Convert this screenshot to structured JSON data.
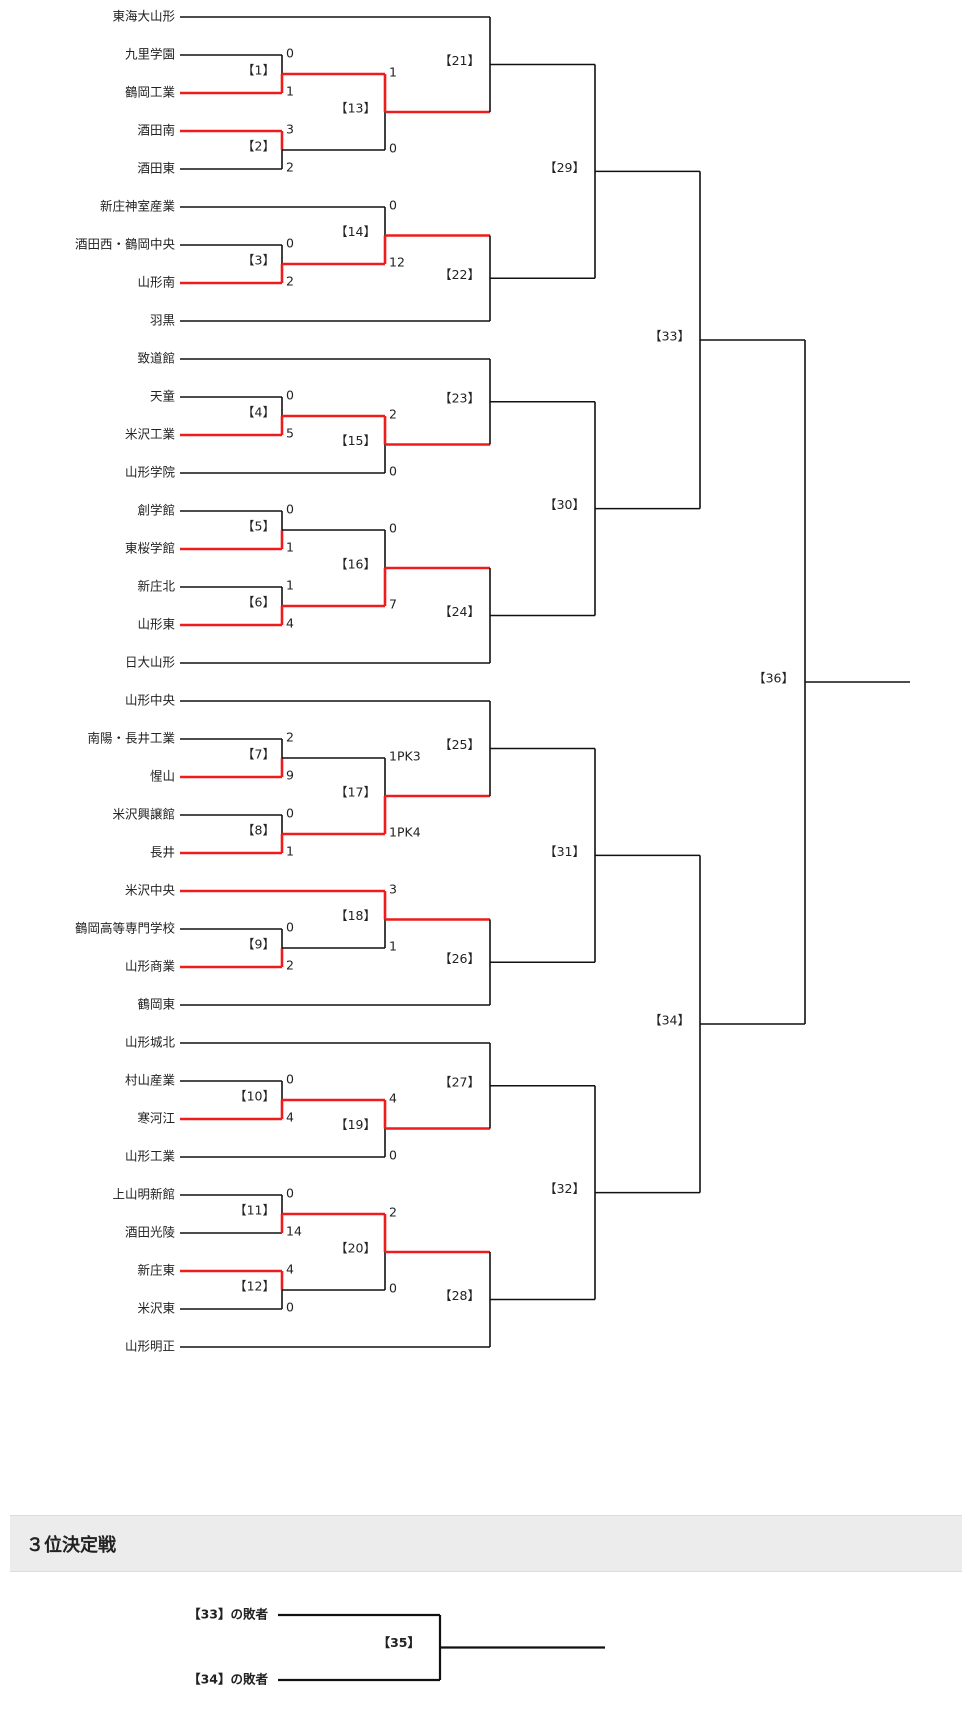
{
  "teams": [
    "東海大山形",
    "九里学園",
    "鶴岡工業",
    "酒田南",
    "酒田東",
    "新庄神室産業",
    "酒田西・鶴岡中央",
    "山形南",
    "羽黒",
    "致道館",
    "天童",
    "米沢工業",
    "山形学院",
    "創学館",
    "東桜学館",
    "新庄北",
    "山形東",
    "日大山形",
    "山形中央",
    "南陽・長井工業",
    "惺山",
    "米沢興譲館",
    "長井",
    "米沢中央",
    "鶴岡高等専門学校",
    "山形商業",
    "鶴岡東",
    "山形城北",
    "村山産業",
    "寒河江",
    "山形工業",
    "上山明新館",
    "酒田光陵",
    "新庄東",
    "米沢東",
    "山形明正"
  ],
  "match_labels": {
    "m1": "【1】",
    "m2": "【2】",
    "m3": "【3】",
    "m4": "【4】",
    "m5": "【5】",
    "m6": "【6】",
    "m7": "【7】",
    "m8": "【8】",
    "m9": "【9】",
    "m10": "【10】",
    "m11": "【11】",
    "m12": "【12】",
    "m13": "【13】",
    "m14": "【14】",
    "m15": "【15】",
    "m16": "【16】",
    "m17": "【17】",
    "m18": "【18】",
    "m19": "【19】",
    "m20": "【20】",
    "m21": "【21】",
    "m22": "【22】",
    "m23": "【23】",
    "m24": "【24】",
    "m25": "【25】",
    "m26": "【26】",
    "m27": "【27】",
    "m28": "【28】",
    "m29": "【29】",
    "m30": "【30】",
    "m31": "【31】",
    "m32": "【32】",
    "m33": "【33】",
    "m34": "【34】",
    "m36": "【36】"
  },
  "scores": {
    "m1": [
      "0",
      "1"
    ],
    "m2": [
      "3",
      "2"
    ],
    "m3": [
      "0",
      "2"
    ],
    "m4": [
      "0",
      "5"
    ],
    "m5": [
      "0",
      "1"
    ],
    "m6": [
      "1",
      "4"
    ],
    "m7": [
      "2",
      "9"
    ],
    "m8": [
      "0",
      "1"
    ],
    "m9": [
      "0",
      "2"
    ],
    "m10": [
      "0",
      "4"
    ],
    "m11": [
      "0",
      "14"
    ],
    "m12": [
      "4",
      "0"
    ],
    "m13": [
      "1",
      "0"
    ],
    "m14": [
      "0",
      "12"
    ],
    "m15": [
      "2",
      "0"
    ],
    "m16": [
      "0",
      "7"
    ],
    "m17": [
      "1PK3",
      "1PK4"
    ],
    "m18": [
      "3",
      "1"
    ],
    "m19": [
      "4",
      "0"
    ],
    "m20": [
      "2",
      "0"
    ]
  },
  "third_place": {
    "section_title": "３位決定戦",
    "slot_top": "【33】の敗者",
    "slot_bottom": "【34】の敗者",
    "match_label": "【35】"
  },
  "colors": {
    "line": "#111111",
    "win": "#ee1c1c",
    "header_bg": "#ececec"
  }
}
